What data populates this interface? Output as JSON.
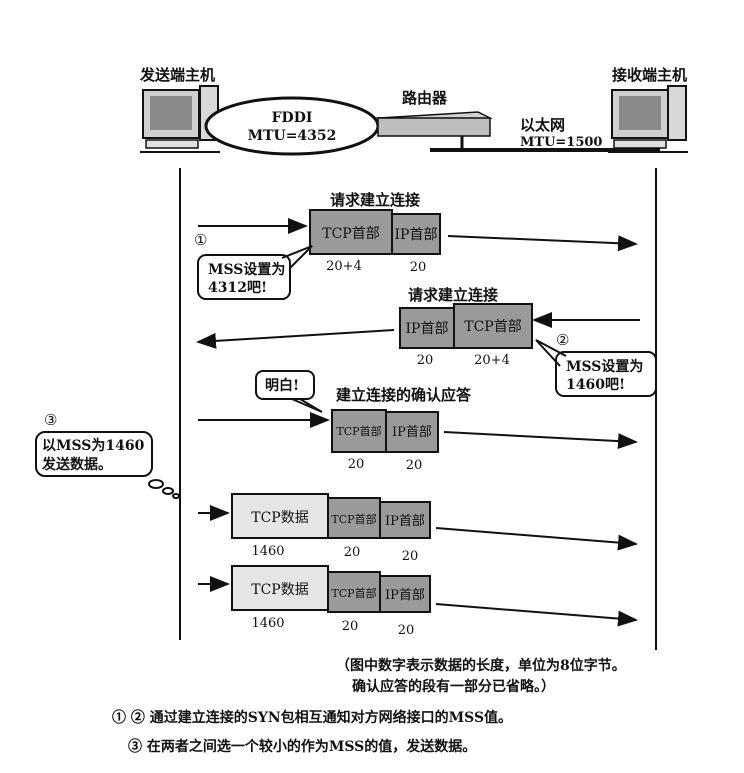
{
  "labels": {
    "sender": "发送端主机",
    "receiver": "接收端主机",
    "fddi": "FDDI",
    "fddi_mtu": "MTU=4352",
    "router": "路由器",
    "ethernet": "以太网",
    "ethernet_mtu": "MTU=1500"
  },
  "steps": {
    "s1_title": "请求建立连接",
    "s1_tcp": "TCP首部",
    "s1_ip": "IP首部",
    "s1_tcp_size": "20+4",
    "s1_ip_size": "20",
    "s1_marker": "①",
    "s1_bubble_l1": "MSS设置为",
    "s1_bubble_l2": "4312吧!",
    "s2_title": "请求建立连接",
    "s2_ip": "IP首部",
    "s2_tcp": "TCP首部",
    "s2_ip_size": "20",
    "s2_tcp_size": "20+4",
    "s2_marker": "②",
    "s2_bubble_l1": "MSS设置为",
    "s2_bubble_l2": "1460吧!",
    "s3_bubble": "明白!",
    "s3_title": "建立连接的确认应答",
    "s3_tcp": "TCP首部",
    "s3_ip": "IP首部",
    "s3_tcp_size": "20",
    "s3_ip_size": "20",
    "s4_marker": "③",
    "s4_bubble_l1": "以MSS为1460",
    "s4_bubble_l2": "发送数据。",
    "d1_data": "TCP数据",
    "d1_tcp": "TCP首部",
    "d1_ip": "IP首部",
    "d1_data_size": "1460",
    "d1_tcp_size": "20",
    "d1_ip_size": "20",
    "d2_data": "TCP数据",
    "d2_tcp": "TCP首部",
    "d2_ip": "IP首部",
    "d2_data_size": "1460",
    "d2_tcp_size": "20",
    "d2_ip_size": "20"
  },
  "notes": {
    "note_l1": "（图中数字表示数据的长度，单位为8位字节。",
    "note_l2": "确认应答的段有一部分已省略。）",
    "caption_l1": "① ② 通过建立连接的SYN包相互通知对方网络接口的MSS值。",
    "caption_l2": "③ 在两者之间选一个较小的作为MSS的值，发送数据。"
  }
}
